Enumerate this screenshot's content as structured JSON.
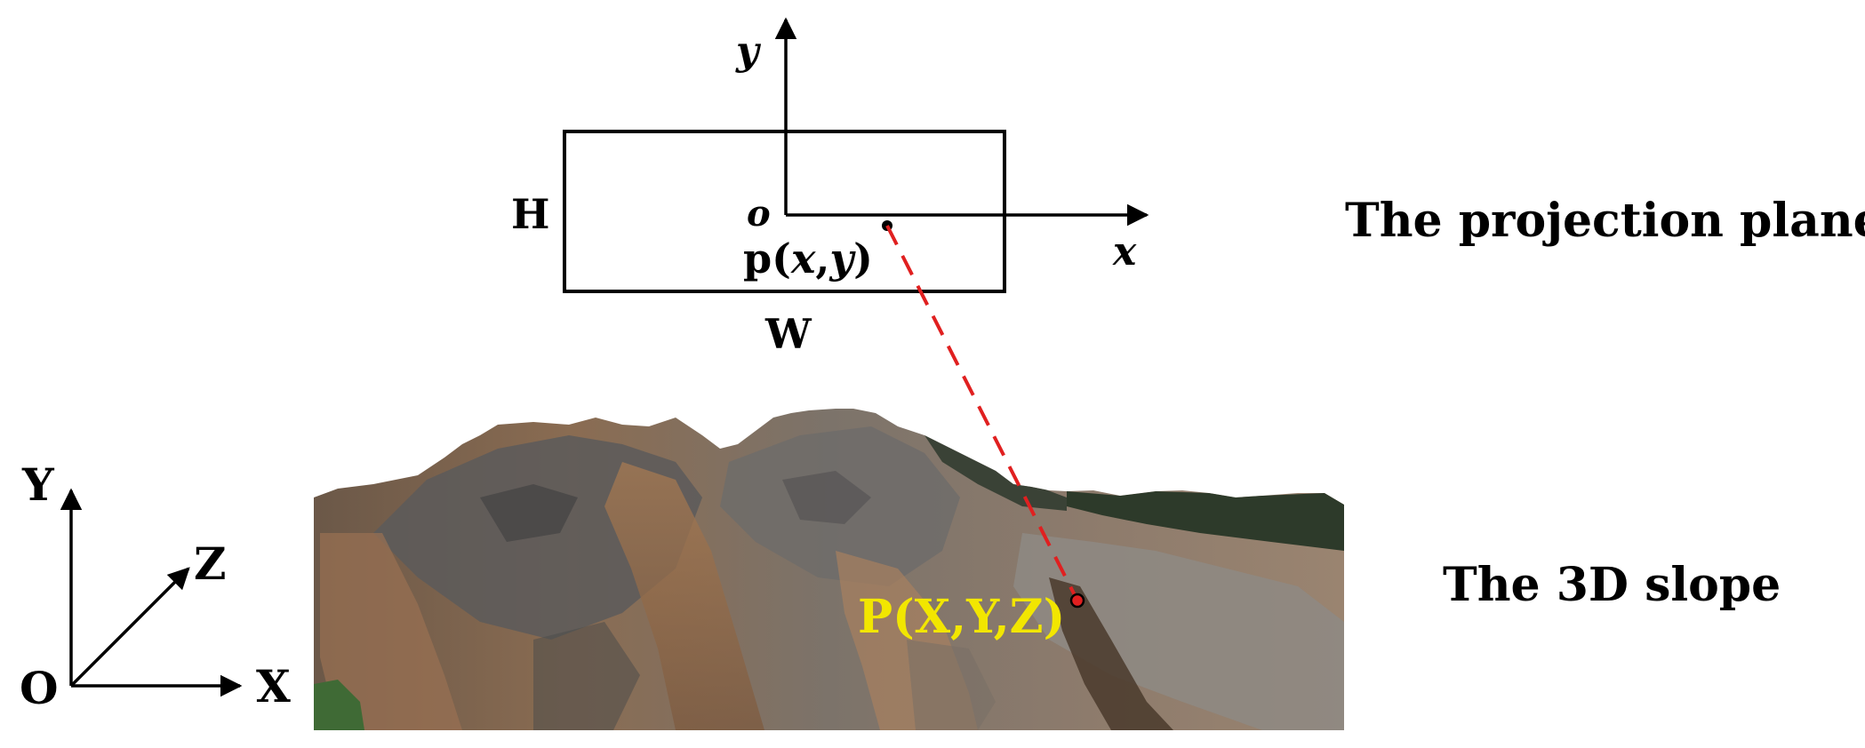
{
  "projection_plane": {
    "title": "The projection plane",
    "height_label": "H",
    "width_label": "W",
    "origin_label": "o",
    "x_axis_label": "x",
    "y_axis_label": "y",
    "point_label": {
      "prefix": "p(",
      "x": "x",
      "comma": ",",
      "y": "y",
      "suffix": ")"
    }
  },
  "slope": {
    "title": "The 3D slope",
    "point_label": "P(X,Y,Z)"
  },
  "world_axes": {
    "origin": "O",
    "x": "X",
    "y": "Y",
    "z": "Z"
  },
  "colors": {
    "projection_line": "#e02020",
    "world_point_label": "#f2e600",
    "world_point": "#e02020"
  }
}
